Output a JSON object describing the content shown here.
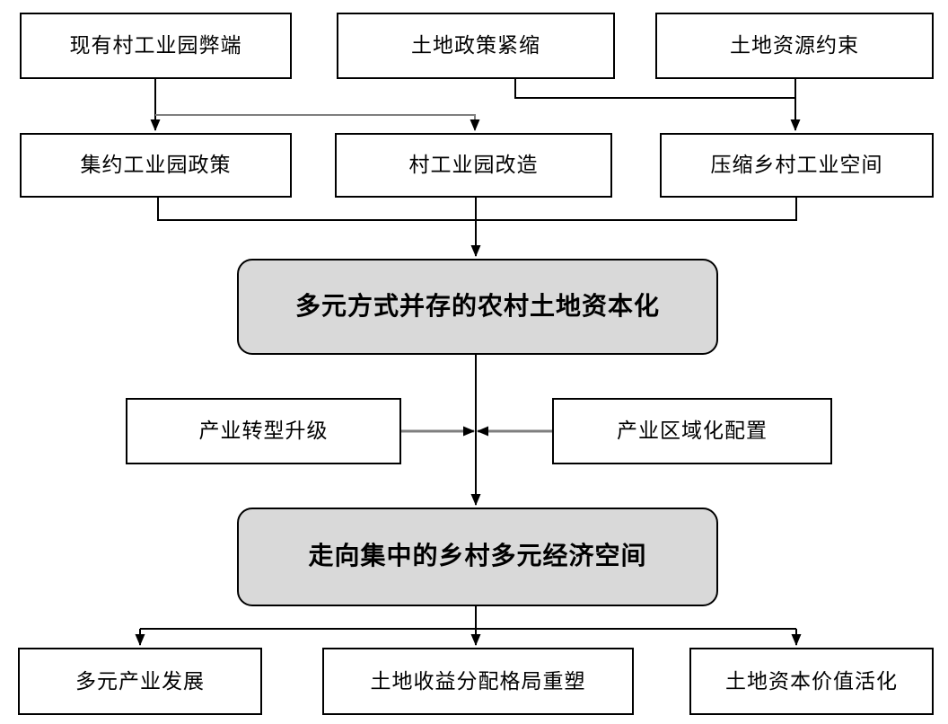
{
  "figure": {
    "type": "flowchart",
    "colors": {
      "background": "#ffffff",
      "box_fill": "#ffffff",
      "box_border": "#000000",
      "hub_fill": "#d9d9d9",
      "connector_black": "#000000",
      "connector_gray": "#7f7f7f",
      "arrowhead": "#000000"
    },
    "nodes": {
      "existing_park_drawbacks": "现有村工业园弊端",
      "land_policy_tightening": "土地政策紧缩",
      "land_resource_constraint": "土地资源约束",
      "intensive_park_policy": "集约工业园政策",
      "village_park_renovation": "村工业园改造",
      "compress_rural_industrial_space": "压缩乡村工业空间",
      "diversified_land_capitalization": "多元方式并存的农村土地资本化",
      "industrial_transformation_upgrade": "产业转型升级",
      "industrial_regional_allocation": "产业区域化配置",
      "centralized_rural_economic_space": "走向集中的乡村多元经济空间",
      "diversified_industry_development": "多元产业发展",
      "land_income_distribution_reshape": "土地收益分配格局重塑",
      "land_capital_value_activation": "土地资本价值活化"
    }
  }
}
